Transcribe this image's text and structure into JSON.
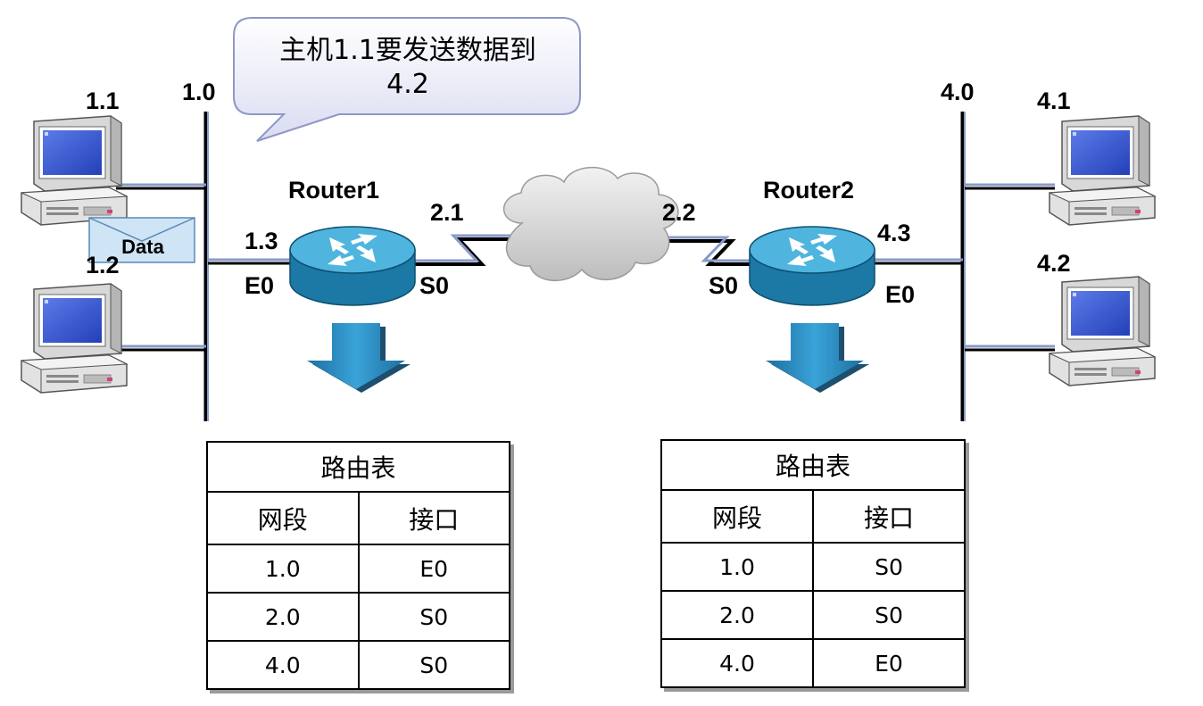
{
  "callout": {
    "line1": "主机1.1要发送数据到",
    "line2": "4.2"
  },
  "segments": {
    "left": "1.0",
    "right": "4.0"
  },
  "hosts": {
    "h11": "1.1",
    "h12": "1.2",
    "h41": "4.1",
    "h42": "4.2"
  },
  "packet": {
    "label": "Data"
  },
  "router1": {
    "name": "Router1",
    "e0_ip": "1.3",
    "e0": "E0",
    "s0": "S0",
    "s0_ip": "2.1"
  },
  "router2": {
    "name": "Router2",
    "e0_ip": "4.3",
    "e0": "E0",
    "s0": "S0",
    "s0_ip": "2.2"
  },
  "table1": {
    "title": "路由表",
    "col_segment": "网段",
    "col_interface": "接口",
    "rows": [
      {
        "segment": "1.0",
        "iface": "E0"
      },
      {
        "segment": "2.0",
        "iface": "S0"
      },
      {
        "segment": "4.0",
        "iface": "S0"
      }
    ]
  },
  "table2": {
    "title": "路由表",
    "col_segment": "网段",
    "col_interface": "接口",
    "rows": [
      {
        "segment": "1.0",
        "iface": "S0"
      },
      {
        "segment": "2.0",
        "iface": "S0"
      },
      {
        "segment": "4.0",
        "iface": "E0"
      }
    ]
  },
  "colors": {
    "router_body": "#1f7fa8",
    "router_top": "#4db3dc",
    "wire": "#8a9ac8",
    "arrow": "#2d8fc0"
  }
}
